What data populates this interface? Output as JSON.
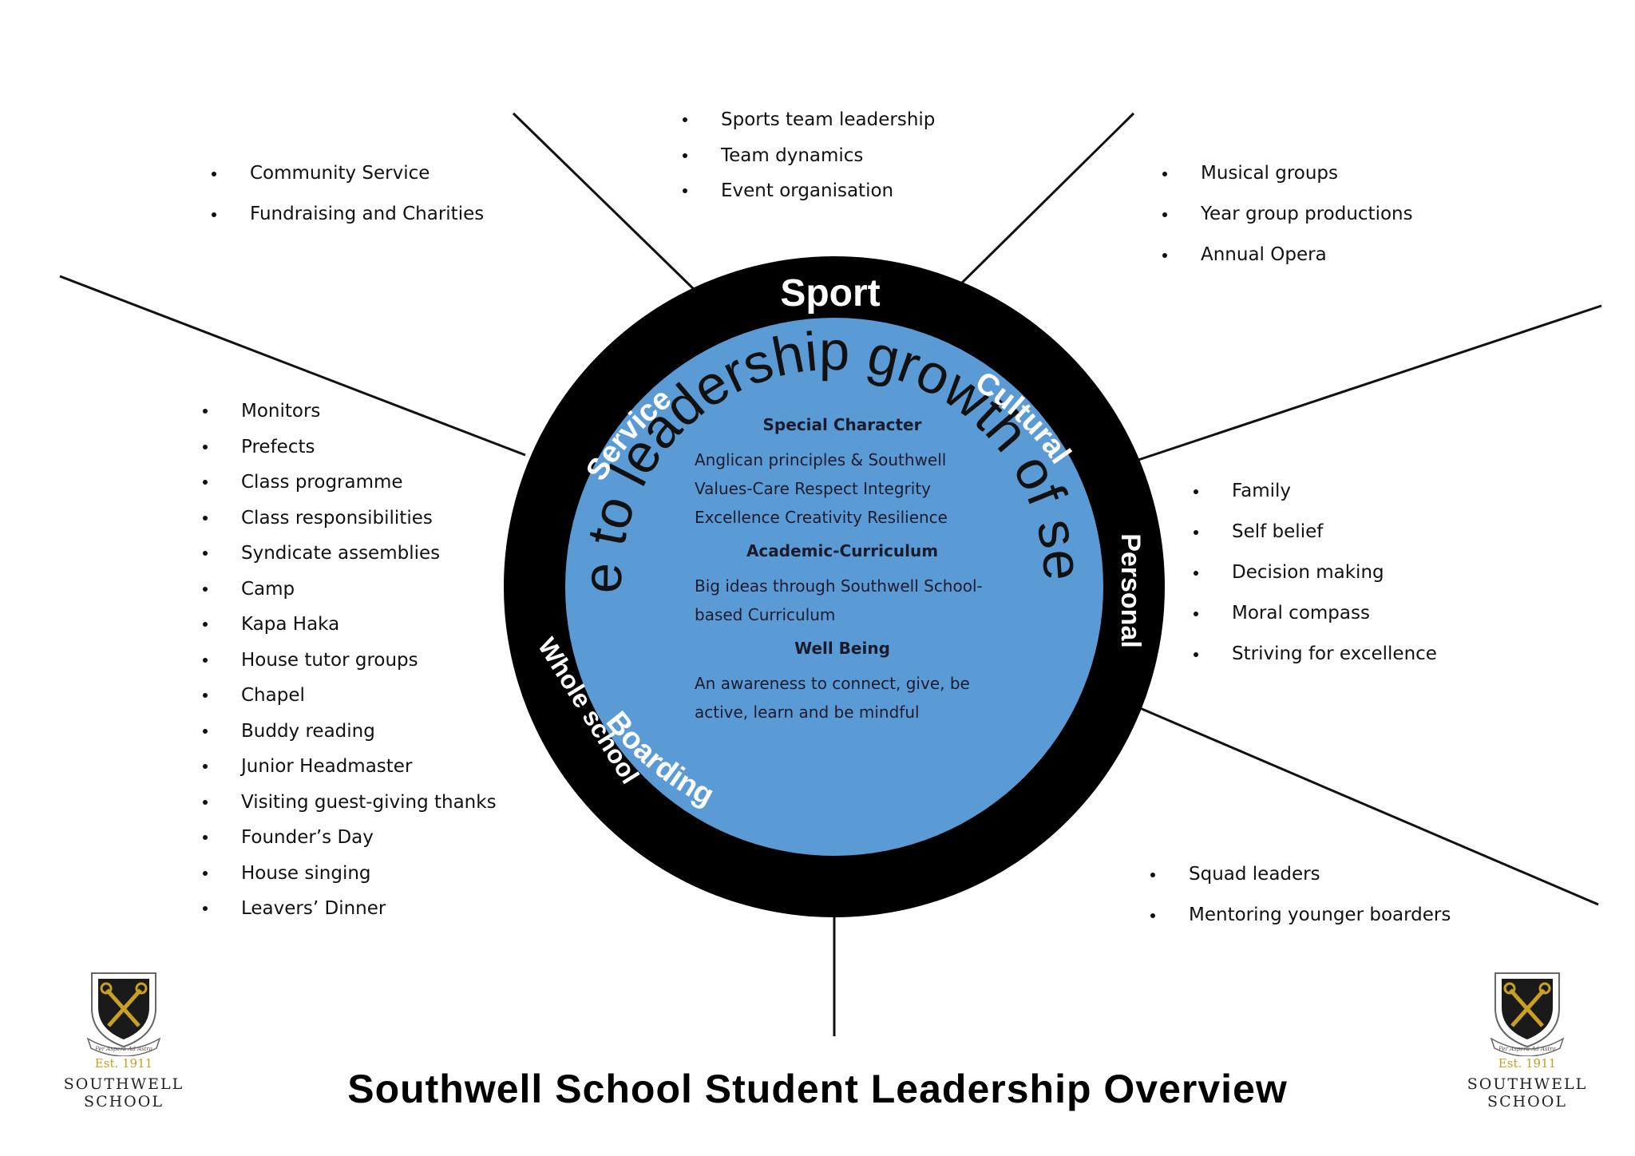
{
  "title": "Southwell School Student Leadership Overview",
  "colors": {
    "outer_ring": "#000000",
    "inner_disk": "#5b9bd5",
    "ring_text": "#ffffff",
    "arc_text": "#111111",
    "gold": "#c9a020"
  },
  "ring_labels": {
    "sport": "Sport",
    "service": "Service",
    "cultural": "Cultural",
    "personal": "Personal",
    "boarding": "Boarding",
    "whole_school": "Whole school"
  },
  "arc_text": "Key exposure to leadership growth of self and others.",
  "center": {
    "special_character_heading": "Special Character",
    "special_character_body": "Anglican  principles & Southwell Values-Care Respect Integrity Excellence Creativity Resilience",
    "academic_heading": "Academic-Curriculum",
    "academic_body": "Big ideas through Southwell School-based Curriculum",
    "wellbeing_heading": "Well Being",
    "wellbeing_body": "An awareness to connect, give, be active, learn and be mindful"
  },
  "lists": {
    "sport": [
      "Sports team leadership",
      "Team dynamics",
      "Event organisation"
    ],
    "service": [
      "Community Service",
      "Fundraising and Charities"
    ],
    "cultural": [
      "Musical groups",
      "Year group productions",
      "Annual Opera"
    ],
    "whole_school": [
      "Monitors",
      "Prefects",
      "Class programme",
      "Class responsibilities",
      "Syndicate assemblies",
      "Camp",
      "Kapa Haka",
      "House tutor groups",
      "Chapel",
      "Buddy reading",
      "Junior Headmaster",
      "Visiting guest-giving thanks",
      "Founder’s Day",
      "House singing",
      "Leavers’ Dinner"
    ],
    "personal": [
      "Family",
      "Self belief",
      "Decision making",
      "Moral compass",
      "Striving for excellence"
    ],
    "boarding": [
      "Squad leaders",
      "Mentoring younger boarders"
    ]
  },
  "logo": {
    "established": "Est. 1911",
    "name_line1": "SOUTHWELL",
    "name_line2": "SCHOOL",
    "motto": "Per Aspera Ad Astra",
    "icon": "crossed-keys-shield-icon"
  }
}
